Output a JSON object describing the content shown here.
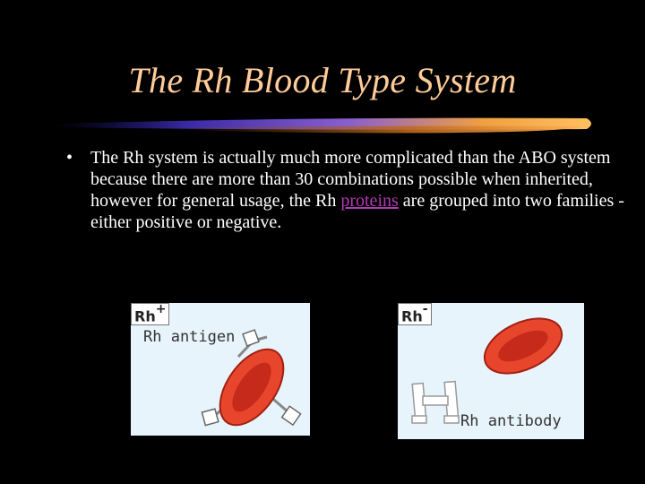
{
  "slide": {
    "title": "The Rh Blood Type System",
    "bullet": {
      "symbol": "•",
      "text_before": "The Rh system is actually much more complicated than the ABO system because there are more than 30 combinations possible when inherited, however for general usage, the Rh ",
      "link_text": "proteins",
      "text_after": " are grouped into two families - either positive or negative."
    }
  },
  "panels": {
    "positive": {
      "tag": "Rh",
      "sign": "+",
      "label": "Rh antigen"
    },
    "negative": {
      "tag": "Rh",
      "sign": "-",
      "label": "Rh antibody"
    }
  },
  "colors": {
    "background": "#000000",
    "title": "#FFCC99",
    "text": "#FFFFFF",
    "link": "#B23AB3",
    "cell": "#E8462C",
    "cell_center": "#C52A1A",
    "panel_bg": "#E8F4FC"
  }
}
